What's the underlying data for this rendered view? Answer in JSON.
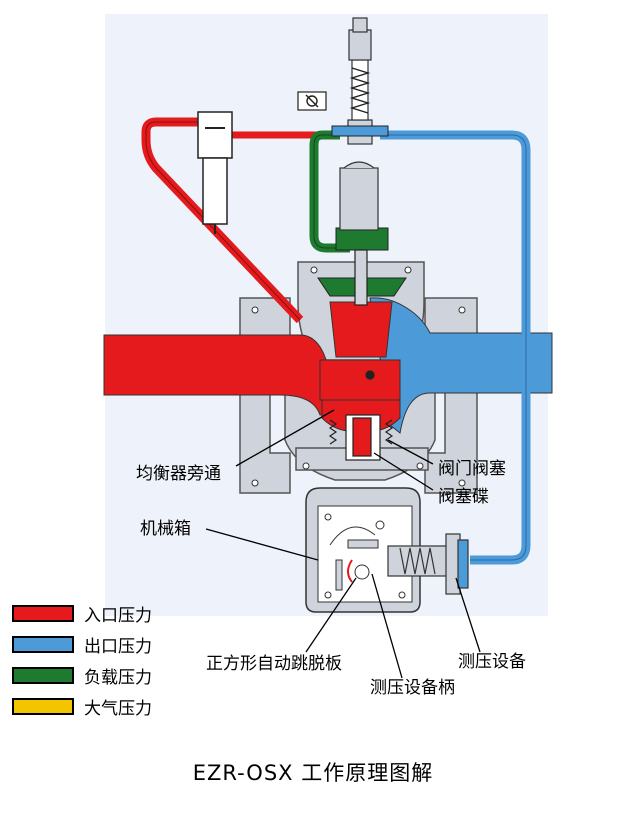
{
  "labels": {
    "bypass": "均衡器旁通",
    "valve_plug": "阀门阀塞",
    "plug_disc": "阀塞碟",
    "mech_box": "机械箱",
    "trip_plate": "正方形自动跳脱板",
    "sensor_handle": "测压设备柄",
    "sensor": "测压设备"
  },
  "legend": [
    {
      "label": "入口压力",
      "color": "#e41a1c"
    },
    {
      "label": "出口压力",
      "color": "#4d9ad9"
    },
    {
      "label": "负载压力",
      "color": "#1e7a2e"
    },
    {
      "label": "大气压力",
      "color": "#f2c500"
    }
  ],
  "caption": "EZR-OSX 工作原理图解",
  "colors": {
    "inlet": "#e41a1c",
    "outlet": "#4d9ad9",
    "loading": "#1e7a2e",
    "atmosphere": "#f2c500",
    "body": "#cfd4dc",
    "panel": "#eef2fa"
  }
}
